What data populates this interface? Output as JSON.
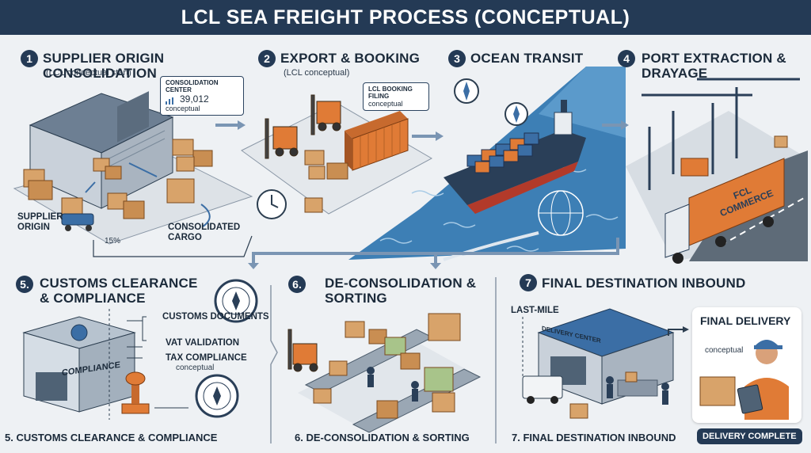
{
  "title": "LCL SEA FREIGHT PROCESS (CONCEPTUAL)",
  "steps": [
    {
      "num": "1",
      "title": "SUPPLIER ORIGIN CONSOLIDATION",
      "sub": "(LCL conceptual start)",
      "callout_title": "CONSOLIDATION CENTER",
      "callout_value": "39,012",
      "callout_note": "conceptual",
      "label_supplier": "SUPPLIER ORIGIN",
      "label_cargo": "CONSOLIDATED CARGO",
      "percent": "15%"
    },
    {
      "num": "2",
      "title": "EXPORT & BOOKING",
      "sub": "(LCL conceptual)",
      "callout_title": "LCL BOOKING FILING",
      "callout_note": "conceptual"
    },
    {
      "num": "3",
      "title": "OCEAN TRANSIT"
    },
    {
      "num": "4",
      "title": "PORT EXTRACTION & DRAYAGE",
      "container_text": "FCL COMMERCE"
    },
    {
      "num": "5.",
      "title": "CUSTOMS CLEARANCE & COMPLIANCE",
      "items": [
        "CUSTOMS DOCUMENTS",
        "VAT VALIDATION",
        "TAX COMPLIANCE"
      ],
      "note": "conceptual",
      "sign": "COMPLIANCE",
      "caption": "5. CUSTOMS CLEARANCE & COMPLIANCE"
    },
    {
      "num": "6.",
      "title": "DE-CONSOLIDATION & SORTING",
      "caption": "6. DE-CONSOLIDATION & SORTING"
    },
    {
      "num": "7",
      "title": "FINAL DESTINATION INBOUND",
      "label_lastmile": "LAST-MILE",
      "sign": "DELIVERY CENTER",
      "caption": "7. FINAL DESTINATION INBOUND"
    }
  ],
  "final": {
    "title": "FINAL DELIVERY",
    "note": "conceptual",
    "pill": "DELIVERY COMPLETE"
  },
  "colors": {
    "navy": "#243a55",
    "orange": "#e07b36",
    "sea": "#3d7fb5",
    "blue_container": "#3b6ea5"
  }
}
